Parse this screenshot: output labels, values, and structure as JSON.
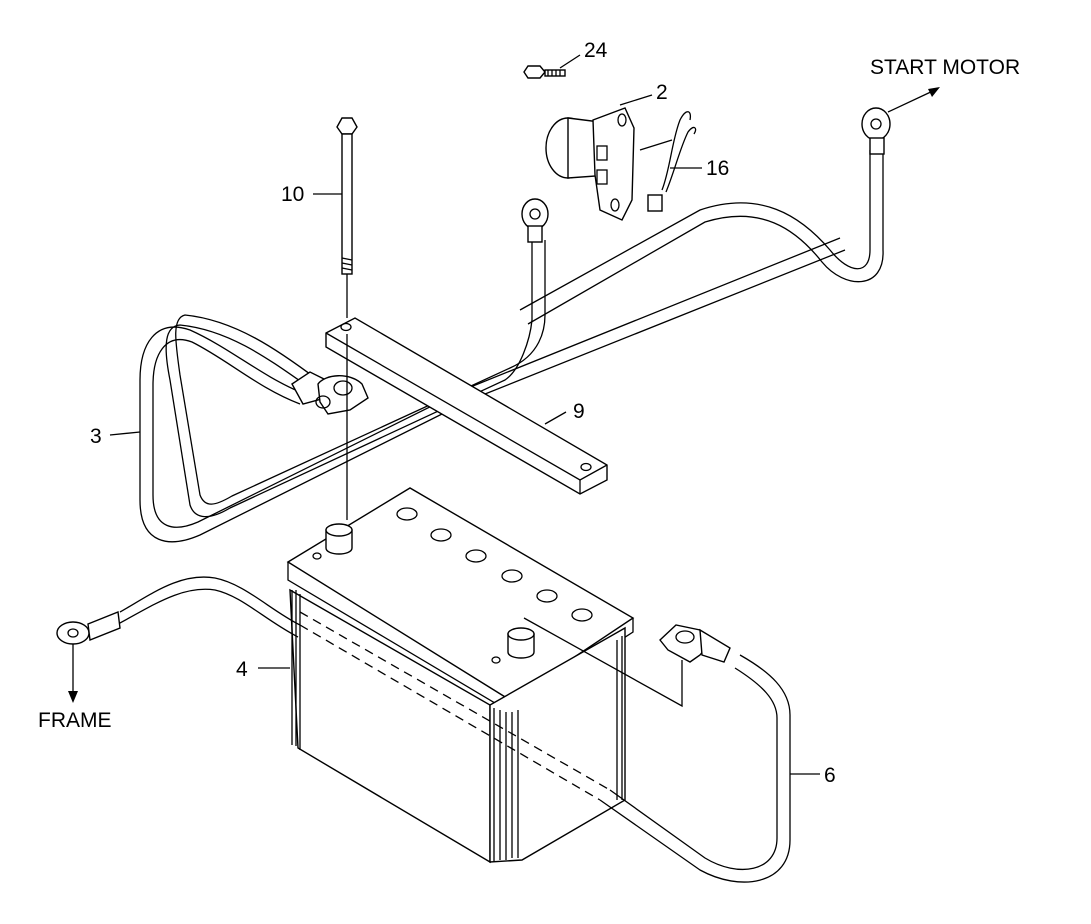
{
  "diagram": {
    "callouts": {
      "c24": "24",
      "c2": "2",
      "c16": "16",
      "c10": "10",
      "c9": "9",
      "c3": "3",
      "c4": "4",
      "c6": "6"
    },
    "labels": {
      "start_motor": "START MOTOR",
      "frame": "FRAME"
    }
  }
}
